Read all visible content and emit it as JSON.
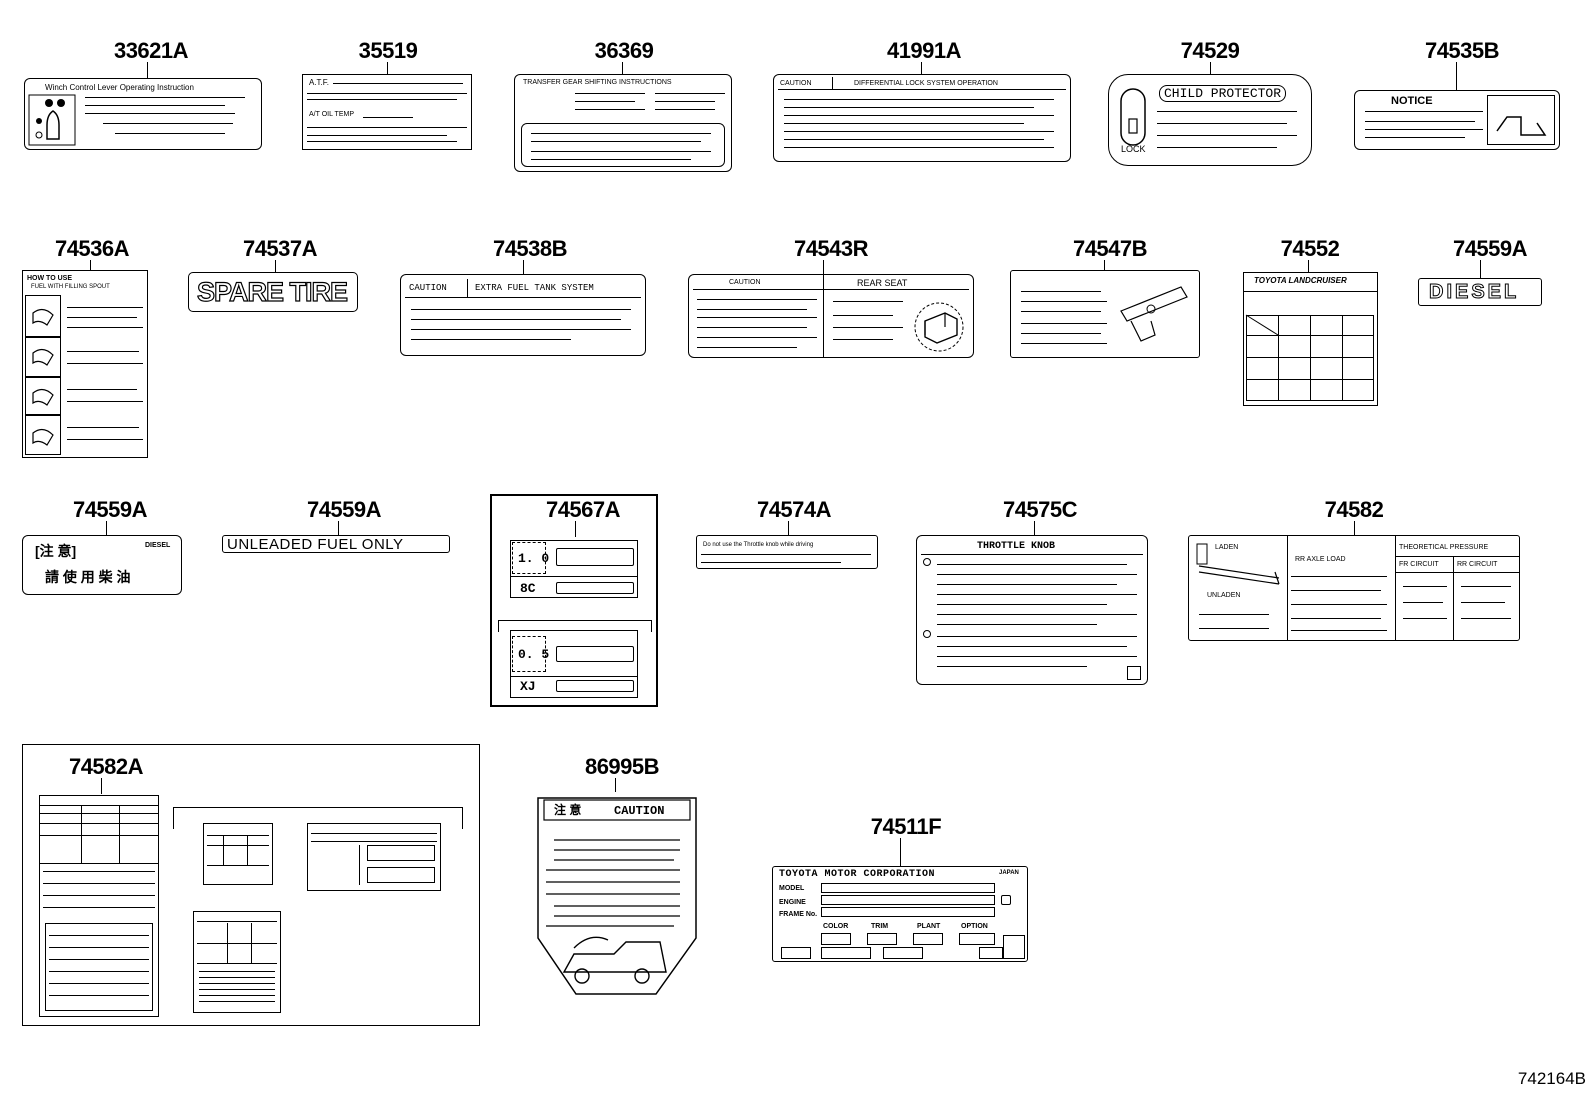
{
  "parts": {
    "p1": "33621A",
    "p2": "35519",
    "p3": "36369",
    "p4": "41991A",
    "p5": "74529",
    "p6": "74535B",
    "p7": "74536A",
    "p8": "74537A",
    "p9": "74538B",
    "p10": "74543R",
    "p11": "74547B",
    "p12": "74552",
    "p13": "74559A",
    "p14": "74559A",
    "p15": "74559A",
    "p16": "74567A",
    "p17": "74574A",
    "p18": "74575C",
    "p19": "74582",
    "p20": "74582A",
    "p21": "86995B",
    "p22": "74511F"
  },
  "labels": {
    "l1_title": "Winch Control Lever Operating Instruction",
    "l2_atf": "A.T.F.",
    "l2_temp": "A/T OIL TEMP",
    "l3_title": "TRANSFER GEAR SHIFTING INSTRUCTIONS",
    "l4_caution": "CAUTION",
    "l4_title": "DIFFERENTIAL LOCK SYSTEM OPERATION",
    "l5_title": "CHILD PROTECTOR",
    "l5_lock": "LOCK",
    "l6_title": "NOTICE",
    "l7_title": "HOW TO USE",
    "l7_sub": "FUEL WITH FILLING SPOUT",
    "l8_title": "SPARE TIRE",
    "l9_caution": "CAUTION",
    "l9_title": "EXTRA FUEL TANK SYSTEM",
    "l10_caution": "CAUTION",
    "l10_title": "REAR SEAT",
    "l12_title": "TOYOTA LANDCRUISER",
    "l13_title": "DIESEL",
    "l14_cn": "[注 意]",
    "l14_diesel": "DIESEL",
    "l14_cn2": "請 使 用 柴 油",
    "l15_title": "UNLEADED FUEL ONLY",
    "l16_a": "1. 0",
    "l16_b": "8C",
    "l16_c": "0. 5",
    "l16_d": "XJ",
    "l17_text": "Do not use the Throttle knob while driving",
    "l18_title": "THROTTLE KNOB",
    "l19_laden": "LADEN",
    "l19_unladen": "UNLADEN",
    "l19_axle": "RR AXLE LOAD",
    "l19_pressure": "THEORETICAL PRESSURE",
    "l19_fr": "FR CIRCUIT",
    "l19_rr": "RR CIRCUIT",
    "l21_cn": "注 意",
    "l21_title": "CAUTION",
    "l22_title": "TOYOTA MOTOR CORPORATION",
    "l22_japan": "JAPAN",
    "l22_model": "MODEL",
    "l22_engine": "ENGINE",
    "l22_frame": "FRAME No.",
    "l22_color": "COLOR",
    "l22_trim": "TRIM",
    "l22_plant": "PLANT",
    "l22_option": "OPTION"
  },
  "footer": {
    "code": "742164B"
  }
}
